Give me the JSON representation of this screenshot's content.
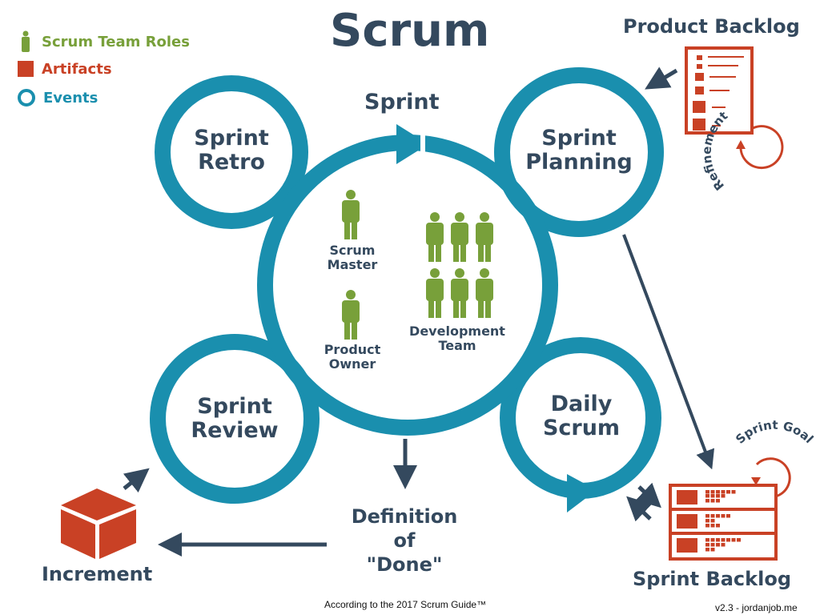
{
  "title": "Scrum",
  "colors": {
    "event": "#1a8fae",
    "artifact": "#c94125",
    "role": "#78a03a",
    "text": "#34495e",
    "arrow": "#34495e"
  },
  "legend": [
    {
      "label": "Scrum Team Roles",
      "icon": "person-icon",
      "color": "#78a03a"
    },
    {
      "label": "Artifacts",
      "icon": "square-icon",
      "color": "#c94125"
    },
    {
      "label": "Events",
      "icon": "ring-icon",
      "color": "#1a8fae"
    }
  ],
  "events": {
    "sprint": "Sprint",
    "retro": [
      "Sprint",
      "Retro"
    ],
    "planning": [
      "Sprint",
      "Planning"
    ],
    "review": [
      "Sprint",
      "Review"
    ],
    "daily": [
      "Daily",
      "Scrum"
    ]
  },
  "roles": {
    "scrum_master": [
      "Scrum",
      "Master"
    ],
    "product_owner": [
      "Product",
      "Owner"
    ],
    "development_team": [
      "Development",
      "Team"
    ],
    "development_team_size": 6
  },
  "artifacts": {
    "product_backlog": "Product Backlog",
    "refinement": "Refinement",
    "sprint_backlog": "Sprint Backlog",
    "sprint_goal": "Sprint Goal",
    "increment": "Increment",
    "definition_of_done": [
      "Definition",
      "of",
      "\"Done\""
    ]
  },
  "footer": {
    "source": "According to the 2017 Scrum Guide™",
    "version": "v2.3 -  jordanjob.me"
  }
}
